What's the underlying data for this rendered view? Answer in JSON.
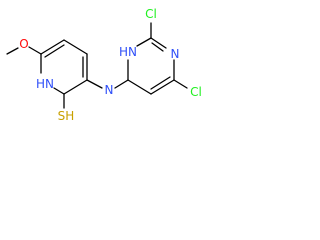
{
  "atoms": {
    "methoxy_o": {
      "label": "O",
      "color": "#ff0d0d"
    },
    "pyridine_nh": {
      "label": "HN",
      "color": "#3050f8"
    },
    "thiol": {
      "label": "SH",
      "color": "#c8a000"
    },
    "amine_n": {
      "label": "N",
      "color": "#3050f8"
    },
    "pyrimidine_nh": {
      "label": "HN",
      "color": "#3050f8"
    },
    "pyrimidine_n": {
      "label": "N",
      "color": "#3050f8"
    },
    "chloro_2": {
      "label": "Cl",
      "color": "#1ff01f"
    },
    "chloro_6": {
      "label": "Cl",
      "color": "#1ff01f"
    }
  },
  "bond_color": "#000000"
}
